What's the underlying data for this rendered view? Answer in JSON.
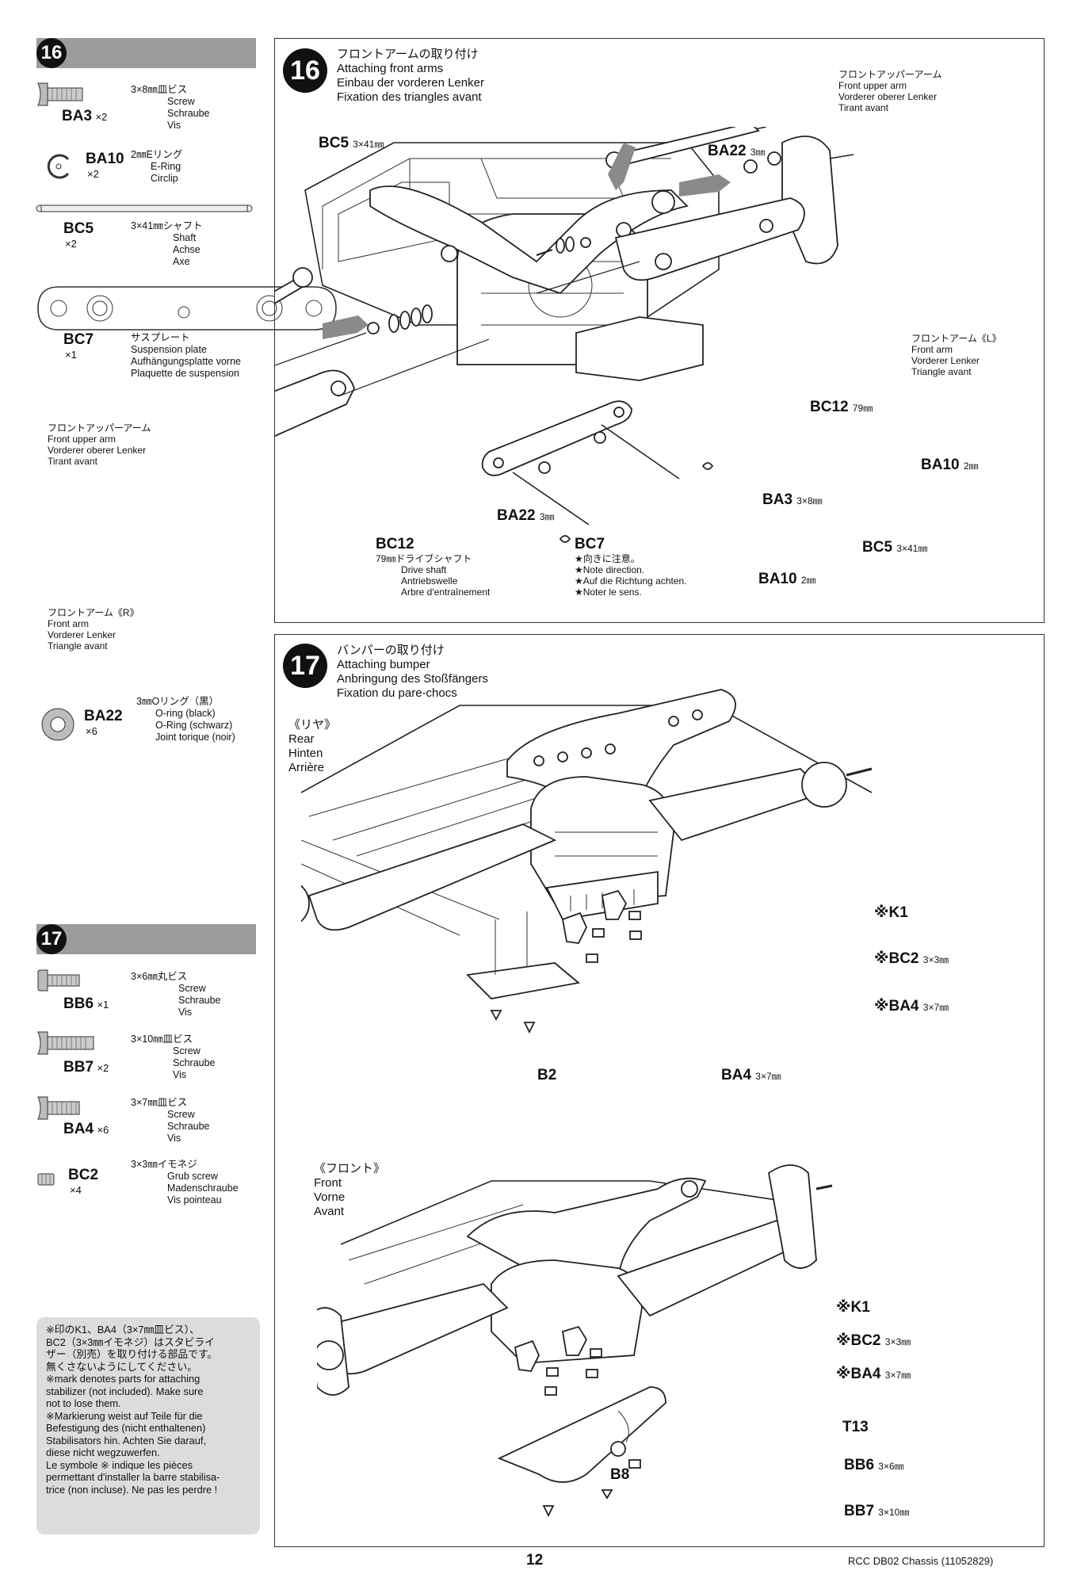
{
  "sidebar16": {
    "step": "16",
    "parts": [
      {
        "code": "BA3",
        "qty": "×2",
        "jp": "3×8㎜皿ビス",
        "en": "Screw",
        "de": "Schraube",
        "fr": "Vis"
      },
      {
        "code": "BA10",
        "qty": "×2",
        "jp": "2㎜Eリング",
        "en": "E-Ring",
        "de": "Circlip",
        "fr": ""
      },
      {
        "code": "BC5",
        "qty": "×2",
        "jp": "3×41㎜シャフト",
        "en": "Shaft",
        "de": "Achse",
        "fr": "Axe"
      },
      {
        "code": "BC7",
        "qty": "×1",
        "jp": "サスプレート",
        "en": "Suspension plate",
        "de": "Aufhängungsplatte vorne",
        "fr": "Plaquette de suspension"
      }
    ],
    "front_upper_arm": {
      "jp": "フロントアッパーアーム",
      "en": "Front upper arm",
      "de": "Vorderer oberer Lenker",
      "fr": "Tirant avant"
    },
    "front_arm_r": {
      "jp": "フロントアーム《R》",
      "en": "Front arm",
      "de": "Vorderer Lenker",
      "fr": "Triangle avant"
    },
    "oring": {
      "code": "BA22",
      "qty": "×6",
      "jp": "3㎜Oリング（黒）",
      "en": "O-ring (black)",
      "de": "O-Ring (schwarz)",
      "fr": "Joint torique (noir)"
    }
  },
  "step16": {
    "num": "16",
    "title_jp": "フロントアームの取り付け",
    "title_en": "Attaching front arms",
    "title_de": "Einbau der vorderen Lenker",
    "title_fr": "Fixation des triangles avant",
    "bc5_top": {
      "code": "BC5",
      "size": "3×41㎜"
    },
    "ba22_top": {
      "code": "BA22",
      "size": "3㎜"
    },
    "upper_arm": {
      "jp": "フロントアッパーアーム",
      "en": "Front upper arm",
      "de": "Vorderer oberer Lenker",
      "fr": "Tirant avant"
    },
    "front_arm_l": {
      "jp": "フロントアーム《L》",
      "en": "Front arm",
      "de": "Vorderer Lenker",
      "fr": "Triangle avant"
    },
    "bc12_right": {
      "code": "BC12",
      "size": "79㎜"
    },
    "ba10_right": {
      "code": "BA10",
      "size": "2㎜"
    },
    "ba3": {
      "code": "BA3",
      "size": "3×8㎜"
    },
    "bc5_bottom": {
      "code": "BC5",
      "size": "3×41㎜"
    },
    "ba10_bottom": {
      "code": "BA10",
      "size": "2㎜"
    },
    "ba22_mid": {
      "code": "BA22",
      "size": "3㎜"
    },
    "bc12_left": {
      "code": "BC12",
      "jp": "79㎜ドライブシャフト",
      "en": "Drive shaft",
      "de": "Antriebswelle",
      "fr": "Arbre d'entraînement"
    },
    "bc7": {
      "code": "BC7",
      "jp": "★向きに注意。",
      "en": "★Note direction.",
      "de": "★Auf die Richtung achten.",
      "fr": "★Noter le sens."
    }
  },
  "sidebar17": {
    "step": "17",
    "parts": [
      {
        "code": "BB6",
        "qty": "×1",
        "jp": "3×6㎜丸ビス",
        "en": "Screw",
        "de": "Schraube",
        "fr": "Vis"
      },
      {
        "code": "BB7",
        "qty": "×2",
        "jp": "3×10㎜皿ビス",
        "en": "Screw",
        "de": "Schraube",
        "fr": "Vis"
      },
      {
        "code": "BA4",
        "qty": "×6",
        "jp": "3×7㎜皿ビス",
        "en": "Screw",
        "de": "Schraube",
        "fr": "Vis"
      },
      {
        "code": "BC2",
        "qty": "×4",
        "jp": "3×3㎜イモネジ",
        "en": "Grub screw",
        "de": "Madenschraube",
        "fr": "Vis pointeau"
      }
    ],
    "note": [
      "※印のK1、BA4（3×7㎜皿ビス）、",
      "BC2（3×3㎜イモネジ）はスタビライ",
      "ザー（別売）を取り付ける部品です。",
      "無くさないようにしてください。",
      "※mark denotes parts for attaching",
      "stabilizer (not included). Make sure",
      "not to lose them.",
      "※Markierung weist auf Teile für die",
      "Befestigung des (nicht enthaltenen)",
      "Stabilisators hin. Achten Sie darauf,",
      "diese nicht wegzuwerfen.",
      "Le symbole ※ indique les pièces",
      "permettant d'installer la barre stabilisa-",
      "trice (non incluse). Ne pas les perdre !"
    ]
  },
  "step17": {
    "num": "17",
    "title_jp": "バンパーの取り付け",
    "title_en": "Attaching bumper",
    "title_de": "Anbringung des Stoßfängers",
    "title_fr": "Fixation du pare-chocs",
    "rear": {
      "jp": "《リヤ》",
      "en": "Rear",
      "de": "Hinten",
      "fr": "Arrière"
    },
    "front": {
      "jp": "《フロント》",
      "en": "Front",
      "de": "Vorne",
      "fr": "Avant"
    },
    "rear_callouts": {
      "k1": "※K1",
      "bc2": {
        "code": "※BC2",
        "size": "3×3㎜"
      },
      "ba4": {
        "code": "※BA4",
        "size": "3×7㎜"
      },
      "b2": "B2",
      "ba4b": {
        "code": "BA4",
        "size": "3×7㎜"
      }
    },
    "front_callouts": {
      "k1": "※K1",
      "bc2": {
        "code": "※BC2",
        "size": "3×3㎜"
      },
      "ba4": {
        "code": "※BA4",
        "size": "3×7㎜"
      },
      "t13": "T13",
      "b8": "B8",
      "bb6": {
        "code": "BB6",
        "size": "3×6㎜"
      },
      "bb7": {
        "code": "BB7",
        "size": "3×10㎜"
      }
    }
  },
  "footer": {
    "page": "12",
    "doc": "RCC DB02 Chassis (11052829)"
  }
}
